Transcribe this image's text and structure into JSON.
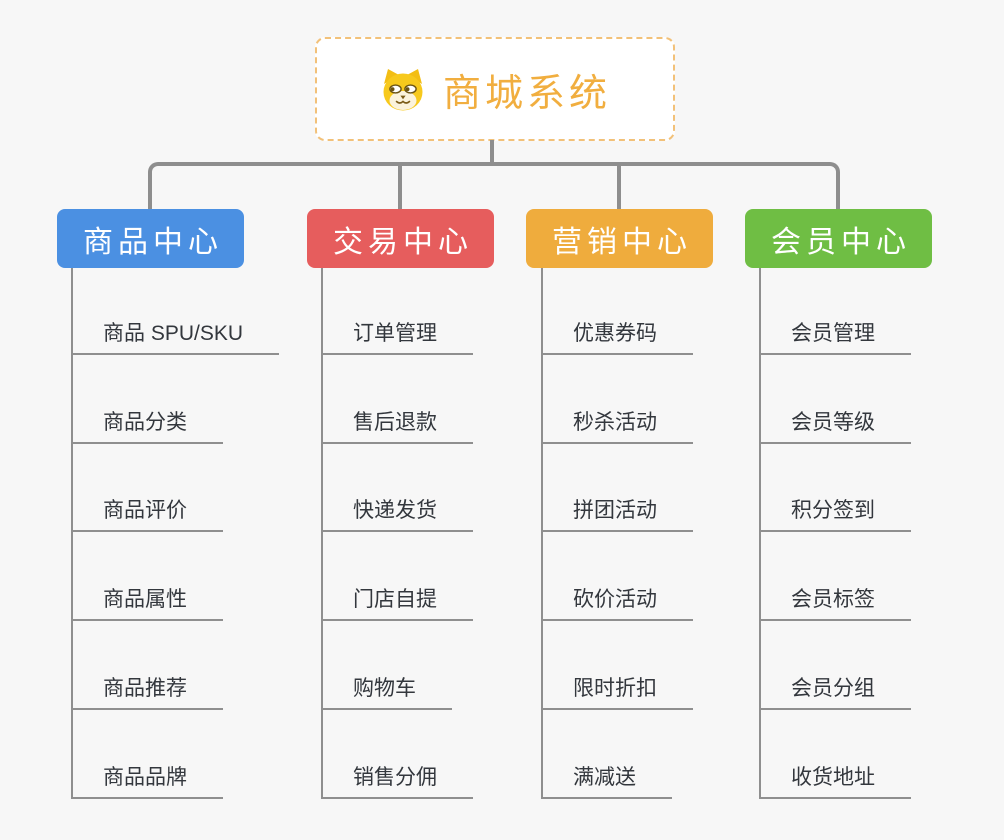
{
  "root": {
    "title": "商城系统",
    "icon": "doge-icon"
  },
  "branches": [
    {
      "label": "商品中心",
      "color": "#4B90E2",
      "items": [
        "商品 SPU/SKU",
        "商品分类",
        "商品评价",
        "商品属性",
        "商品推荐",
        "商品品牌"
      ]
    },
    {
      "label": "交易中心",
      "color": "#E65D5D",
      "items": [
        "订单管理",
        "售后退款",
        "快递发货",
        "门店自提",
        "购物车",
        "销售分佣"
      ]
    },
    {
      "label": "营销中心",
      "color": "#EFAC3D",
      "items": [
        "优惠券码",
        "秒杀活动",
        "拼团活动",
        "砍价活动",
        "限时折扣",
        "满减送"
      ]
    },
    {
      "label": "会员中心",
      "color": "#6FBE44",
      "items": [
        "会员管理",
        "会员等级",
        "积分签到",
        "会员标签",
        "会员分组",
        "收货地址"
      ]
    }
  ],
  "colors": {
    "background": "#F7F7F7",
    "connector": "#8E8E8E",
    "subline": "#8F8F8F",
    "root_text": "#F1AE3F",
    "root_border": "#F2C179",
    "item_text": "#33373D"
  }
}
